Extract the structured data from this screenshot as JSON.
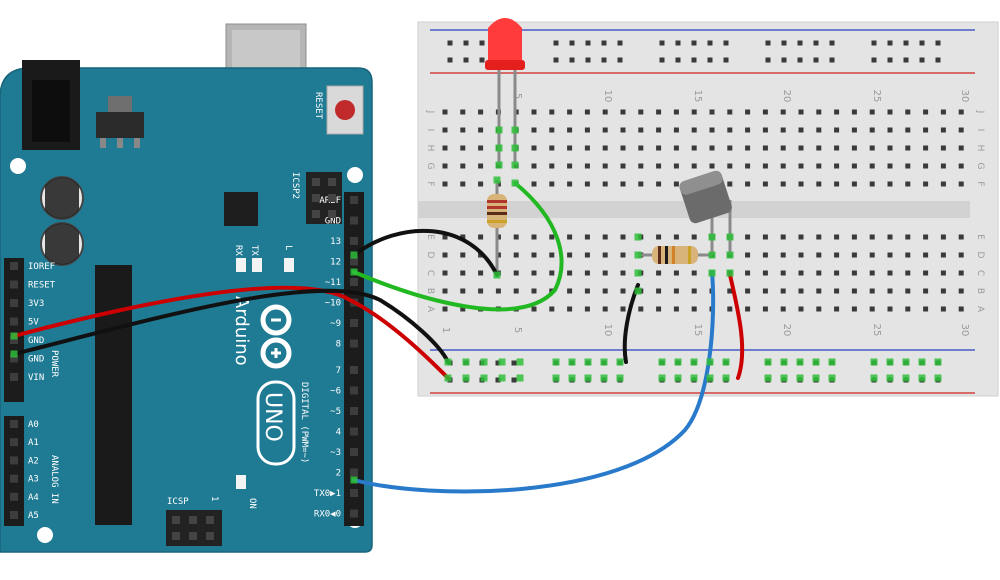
{
  "board": {
    "brand": "Arduino",
    "model": "UNO",
    "reset_label": "RESET",
    "icsp2_label": "ICSP2",
    "icsp_label": "ICSP",
    "icsp_pin1": "1",
    "on_label": "ON",
    "tx_label": "TX",
    "rx_label": "RX",
    "l_label": "L",
    "digital_label": "DIGITAL (PWM=~)",
    "power_label": "POWER",
    "analog_label": "ANALOG IN",
    "right_header_pins": [
      "AREF",
      "GND",
      "13",
      "12",
      "~11",
      "~10",
      "~9",
      "8",
      "7",
      "~6",
      "~5",
      "4",
      "~3",
      "2",
      "TX0▶1",
      "RX0◀0"
    ],
    "left_power_pins": [
      "IOREF",
      "RESET",
      "3V3",
      "5V",
      "GND",
      "GND",
      "VIN"
    ],
    "left_analog_pins": [
      "A0",
      "A1",
      "A2",
      "A3",
      "A4",
      "A5"
    ]
  },
  "breadboard": {
    "column_numbers": [
      "5",
      "10",
      "15",
      "20",
      "25",
      "30"
    ],
    "top_row_letters": [
      "J",
      "I",
      "H",
      "G",
      "F"
    ],
    "bottom_row_letters": [
      "E",
      "D",
      "C",
      "B",
      "A"
    ],
    "bottom_left_numbers": [
      "1",
      "5"
    ]
  },
  "colors": {
    "board": "#1f7a93",
    "breadboard": "#e6e6e6",
    "wire_red": "#cc0000",
    "wire_black": "#111111",
    "wire_green": "#22b822",
    "wire_blue": "#2a7acb",
    "led": "#ff3333"
  },
  "components": {
    "led": "red-led",
    "resistor_led": "resistor",
    "resistor_sensor": "resistor",
    "sensor": "tilt-sensor"
  }
}
